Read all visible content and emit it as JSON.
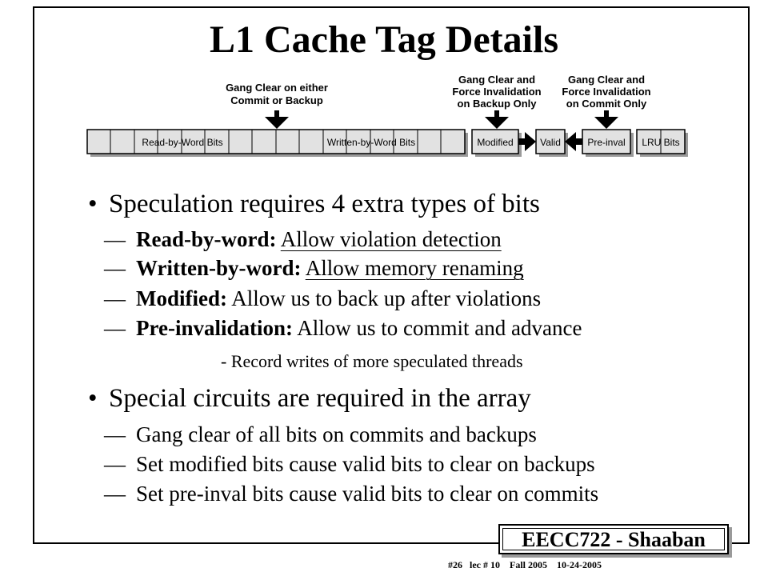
{
  "slide": {
    "title": "L1 Cache Tag Details",
    "diagram": {
      "callouts": [
        {
          "lines": [
            "Gang Clear on either",
            "Commit or Backup"
          ]
        },
        {
          "lines": [
            "Gang Clear and",
            "Force Invalidation",
            "on Backup Only"
          ]
        },
        {
          "lines": [
            "Gang Clear and",
            "Force Invalidation",
            "on Commit Only"
          ]
        }
      ],
      "fields": {
        "read_by_word": "Read-by-Word Bits",
        "written_by_word": "Written-by-Word Bits",
        "modified": "Modified",
        "valid": "Valid",
        "pre_inval": "Pre-inval",
        "lru": "LRU Bits"
      }
    },
    "bullet1": {
      "text": "Speculation requires 4 extra types of bits",
      "items": [
        {
          "term": "Read-by-word:",
          "desc": "Allow violation detection"
        },
        {
          "term": "Written-by-word:",
          "desc": "Allow memory renaming"
        },
        {
          "term": "Modified:",
          "desc": "Allow us to back up after violations"
        },
        {
          "term": "Pre-invalidation:",
          "desc": "Allow us to commit and advance"
        }
      ],
      "note": "- Record writes of more speculated threads"
    },
    "bullet2": {
      "text": "Special circuits are required in the array",
      "items": [
        "Gang clear of all bits on commits and backups",
        "Set modified bits cause valid bits to clear on backups",
        "Set pre-inval bits cause valid bits to clear on commits"
      ]
    },
    "footer": {
      "badge": "EECC722 - Shaaban",
      "slide_no": "#26",
      "lec": "lec # 10",
      "term": "Fall 2005",
      "date": "10-24-2005"
    }
  }
}
